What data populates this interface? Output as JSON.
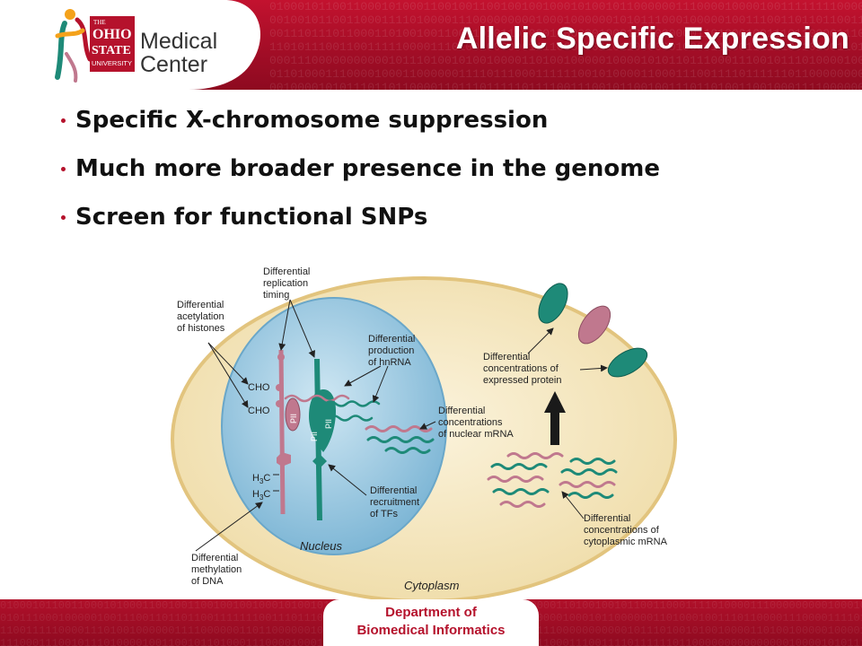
{
  "header": {
    "title": "Allelic Specific Expression",
    "logo": {
      "the": "THE",
      "ohio": "OHIO",
      "state": "STATE",
      "university": "UNIVERSITY",
      "medical": "Medical",
      "center": "Center"
    }
  },
  "bullets": [
    "Specific X-chromosome suppression",
    "Much more broader presence in the genome",
    "Screen for functional SNPs"
  ],
  "diagram": {
    "labels": {
      "replication_timing": [
        "Differential",
        "replication",
        "timing"
      ],
      "acetylation": [
        "Differential",
        "acetylation",
        "of histones"
      ],
      "hnrna": [
        "Differential",
        "production",
        "of hnRNA"
      ],
      "nuclear_mrna": [
        "Differential",
        "concentrations",
        "of nuclear mRNA"
      ],
      "protein": [
        "Differential",
        "concentrations of",
        "expressed protein"
      ],
      "tfs": [
        "Differential",
        "recruitment",
        "of TFs"
      ],
      "cytoplasmic_mrna": [
        "Differential",
        "concentrations of",
        "cytoplasmic mRNA"
      ],
      "methylation": [
        "Differential",
        "methylation",
        "of DNA"
      ]
    },
    "cho": "CHO",
    "h3c": "H",
    "h3c_sub": "3",
    "h3c_tail": "C",
    "pii": "PII",
    "nucleus": "Nucleus",
    "cytoplasm": "Cytoplasm"
  },
  "footer": {
    "line1": "Department of",
    "line2": "Biomedical Informatics"
  },
  "colors": {
    "brand_red": "#b5122c",
    "pink_strand": "#c0788e",
    "teal_strand": "#1e8a78",
    "nucleus_fill": "#8fc3df",
    "cytoplasm_fill": "#f5e7bf"
  }
}
